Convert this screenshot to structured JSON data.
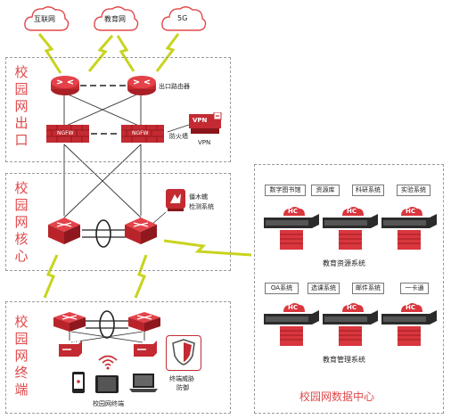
{
  "clouds": [
    {
      "label": "互联网"
    },
    {
      "label": "教育网"
    },
    {
      "label": "5G"
    }
  ],
  "zones": {
    "exit": {
      "title": [
        "校",
        "园",
        "网",
        "出",
        "口"
      ]
    },
    "core": {
      "title": [
        "校",
        "园",
        "网",
        "核",
        "心"
      ]
    },
    "terminal": {
      "title": [
        "校",
        "园",
        "网",
        "终",
        "端"
      ]
    }
  },
  "labels": {
    "exit_router": "出口路由器",
    "firewall": "防火墙",
    "ngfw": "NGFW",
    "vpn_badge": "VPN",
    "vpn": "VPN",
    "trojan_line1": "僵木蠕",
    "trojan_line2": "检测系统",
    "ap": "AP",
    "terminal_threat_line1": "终端威胁",
    "terminal_threat_line2": "防御",
    "campus_terminal": "校园网终端",
    "hc": "HC"
  },
  "data_center": {
    "title": "校园网数据中心",
    "resource_group": {
      "title": "教育资源系统",
      "systems": [
        "数字图书馆",
        "资源库",
        "科研系统",
        "实验系统"
      ]
    },
    "management_group": {
      "title": "教育管理系统",
      "systems": [
        "OA系统",
        "选课系统",
        "邮件系统",
        "一卡通"
      ]
    }
  },
  "colors": {
    "accent": "#e0484a",
    "device_red": "#d9363e",
    "lightning": "#c8d41e"
  }
}
